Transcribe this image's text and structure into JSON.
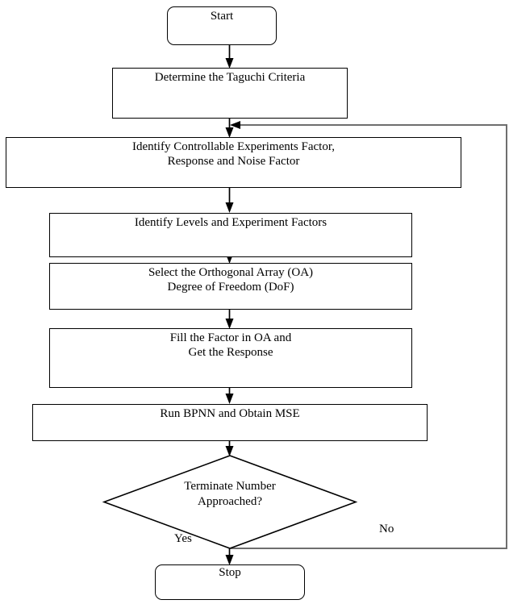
{
  "diagram": {
    "title": "Taguchi Method with BPNN Flowchart",
    "orientation": "top-to-bottom",
    "background_color": "#ffffff",
    "line_color": "#000000",
    "feedback_line_color": "#6e6e6e"
  },
  "nodes": {
    "start": {
      "label": "Start",
      "shape": "rounded-rectangle"
    },
    "determine_criteria": {
      "label": "Determine the Taguchi Criteria",
      "shape": "rectangle"
    },
    "identify_factors": {
      "label": "Identify Controllable Experiments Factor,\nResponse and Noise Factor",
      "shape": "rectangle"
    },
    "identify_levels": {
      "label": "Identify Levels and Experiment Factors",
      "shape": "rectangle"
    },
    "select_oa": {
      "label": "Select the Orthogonal Array (OA)\nDegree of Freedom (DoF)",
      "shape": "rectangle"
    },
    "fill_factor": {
      "label": "Fill the Factor in OA and\nGet the Response",
      "shape": "rectangle"
    },
    "run_bpnn": {
      "label": "Run BPNN and Obtain MSE",
      "shape": "rectangle"
    },
    "terminate_decision": {
      "label": "Terminate Number\nApproached?",
      "shape": "diamond"
    },
    "stop": {
      "label": "Stop",
      "shape": "rounded-rectangle"
    }
  },
  "edge_labels": {
    "yes": "Yes",
    "no": "No"
  }
}
